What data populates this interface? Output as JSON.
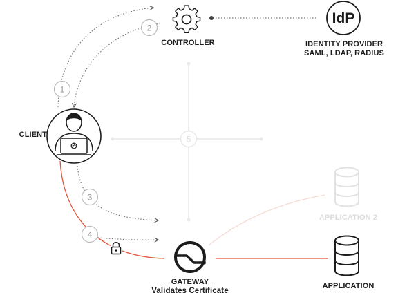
{
  "nodes": {
    "controller": {
      "label": "CONTROLLER"
    },
    "identity_provider": {
      "badge": "IdP",
      "label_line1": "IDENTITY PROVIDER",
      "label_line2": "SAML, LDAP, RADIUS"
    },
    "client": {
      "label": "CLIENT"
    },
    "gateway": {
      "label_line1": "GATEWAY",
      "label_line2": "Validates Certificate"
    },
    "application": {
      "label": "APPLICATION"
    },
    "application2": {
      "label": "APPLICATION 2"
    }
  },
  "steps": [
    "1",
    "2",
    "3",
    "4",
    "5"
  ],
  "icons": {
    "controller": "gear-icon",
    "identity_provider": "idp-badge-icon",
    "client": "user-laptop-icon",
    "gateway": "gateway-icon",
    "application": "database-icon",
    "application2": "database-icon",
    "lock": "lock-icon"
  },
  "colors": {
    "accent": "#e2533a",
    "accent_faded": "#f6d9d3",
    "dark": "#1c1c1c",
    "faded": "#dedede",
    "dotted": "#6f6f6f"
  }
}
